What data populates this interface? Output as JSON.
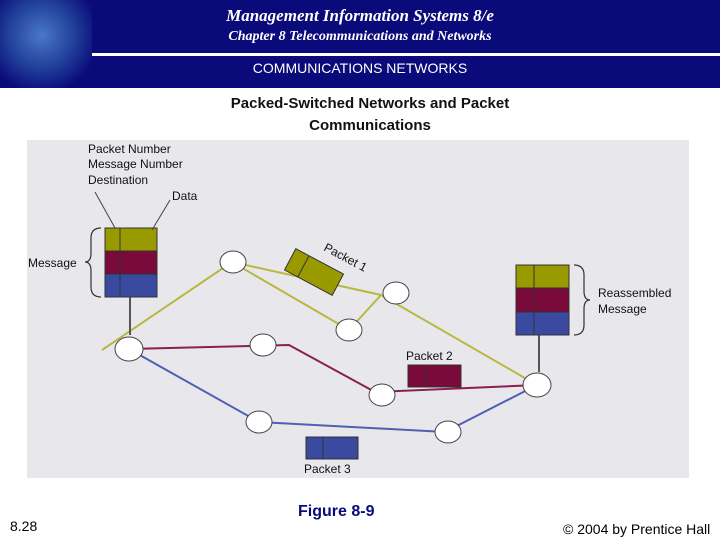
{
  "header": {
    "title": "Management Information Systems 8/e",
    "chapter": "Chapter 8 Telecommunications and Networks",
    "section": "COMMUNICATIONS NETWORKS"
  },
  "slide": {
    "subtitle_line1": "Packed-Switched Networks and Packet",
    "subtitle_line2": "Communications"
  },
  "diagram": {
    "labels": {
      "packet_number": "Packet Number",
      "message_number": "Message Number",
      "destination": "Destination",
      "data": "Data",
      "message": "Message",
      "packet1": "Packet 1",
      "packet2": "Packet 2",
      "packet3": "Packet 3",
      "reassembled_line1": "Reassembled",
      "reassembled_line2": "Message"
    },
    "colors": {
      "packet1": "#999900",
      "packet2": "#7a0a3a",
      "packet3": "#3a4aa0",
      "route1": "#b8b840",
      "route2": "#8a2050",
      "route3": "#5060b0",
      "background": "#e8e8ec"
    }
  },
  "footer": {
    "slide_number": "8.28",
    "figure": "Figure 8-9",
    "copyright": "© 2004 by Prentice Hall"
  }
}
